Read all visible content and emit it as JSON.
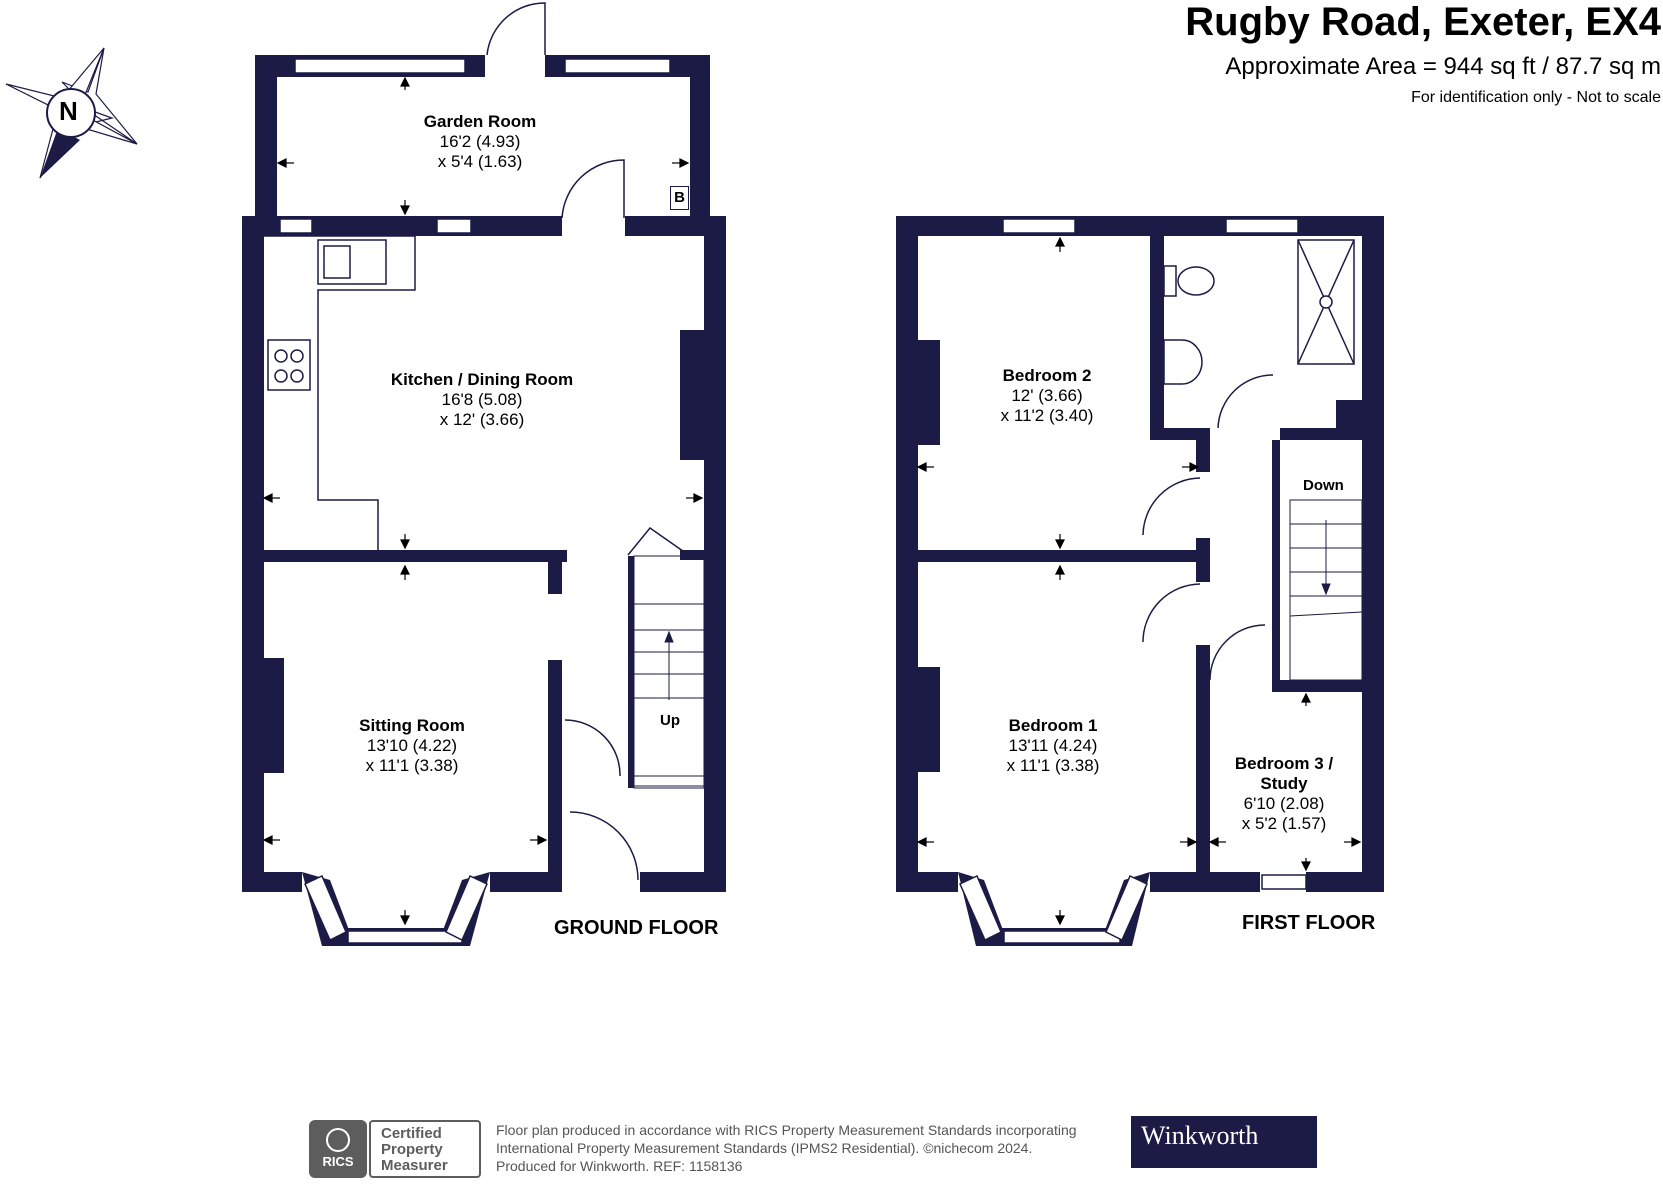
{
  "header": {
    "title": "Rugby Road, Exeter, EX4",
    "area": "Approximate Area = 944 sq ft / 87.7 sq m",
    "note": "For identification only - Not to scale"
  },
  "compass": {
    "label": "N",
    "icon": "compass-rose-icon"
  },
  "ground_floor": {
    "label": "GROUND FLOOR",
    "rooms": [
      {
        "name": "Garden Room",
        "dim1": "16'2 (4.93)",
        "dim2": "x 5'4 (1.63)"
      },
      {
        "name": "Kitchen / Dining Room",
        "dim1": "16'8 (5.08)",
        "dim2": "x 12' (3.66)"
      },
      {
        "name": "Sitting Room",
        "dim1": "13'10 (4.22)",
        "dim2": "x 11'1 (3.38)"
      }
    ],
    "stairs_label": "Up",
    "boiler_label": "B"
  },
  "first_floor": {
    "label": "FIRST FLOOR",
    "rooms": [
      {
        "name": "Bedroom 2",
        "dim1": "12' (3.66)",
        "dim2": "x 11'2 (3.40)"
      },
      {
        "name": "Bedroom 1",
        "dim1": "13'11 (4.24)",
        "dim2": "x 11'1 (3.38)"
      },
      {
        "name": "Bedroom 3 /",
        "name2": "Study",
        "dim1": "6'10 (2.08)",
        "dim2": "x 5'2 (1.57)"
      }
    ],
    "stairs_label": "Down"
  },
  "footer": {
    "rics_badge": "RICS",
    "certified": [
      "Certified",
      "Property",
      "Measurer"
    ],
    "lines": [
      "Floor plan produced in accordance with RICS Property Measurement Standards incorporating",
      "International Property Measurement Standards (IPMS2 Residential).  ©nichecom 2024.",
      "Produced for Winkworth.    REF:  1158136"
    ],
    "brand": "Winkworth"
  },
  "colors": {
    "wall": "#1b1b45",
    "text": "#000000",
    "footer_gray": "#5d5d5d"
  }
}
